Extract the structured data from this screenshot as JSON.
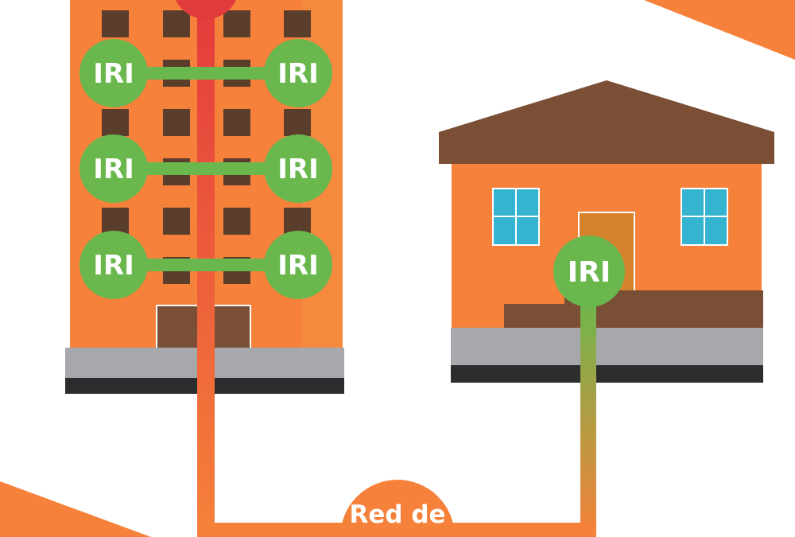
{
  "diagram": {
    "node_label": "IRI",
    "network_label": "Red de",
    "building_nodes": [
      {
        "row": 1,
        "side": "left"
      },
      {
        "row": 1,
        "side": "right"
      },
      {
        "row": 2,
        "side": "left"
      },
      {
        "row": 2,
        "side": "right"
      },
      {
        "row": 3,
        "side": "left"
      },
      {
        "row": 3,
        "side": "right"
      }
    ],
    "house_node": {
      "label": "IRI"
    }
  },
  "colors": {
    "orange": "#f5813a",
    "dark_orange": "#e8792f",
    "brown": "#7a4f35",
    "window_dark": "#5a3d2b",
    "green": "#6ab84d",
    "red": "#e23b3b",
    "gray": "#a7a8ab",
    "dark_gray": "#2b2c2e",
    "window_blue": "#35b4d0",
    "door_tan": "#d5822c",
    "white": "#ffffff"
  }
}
